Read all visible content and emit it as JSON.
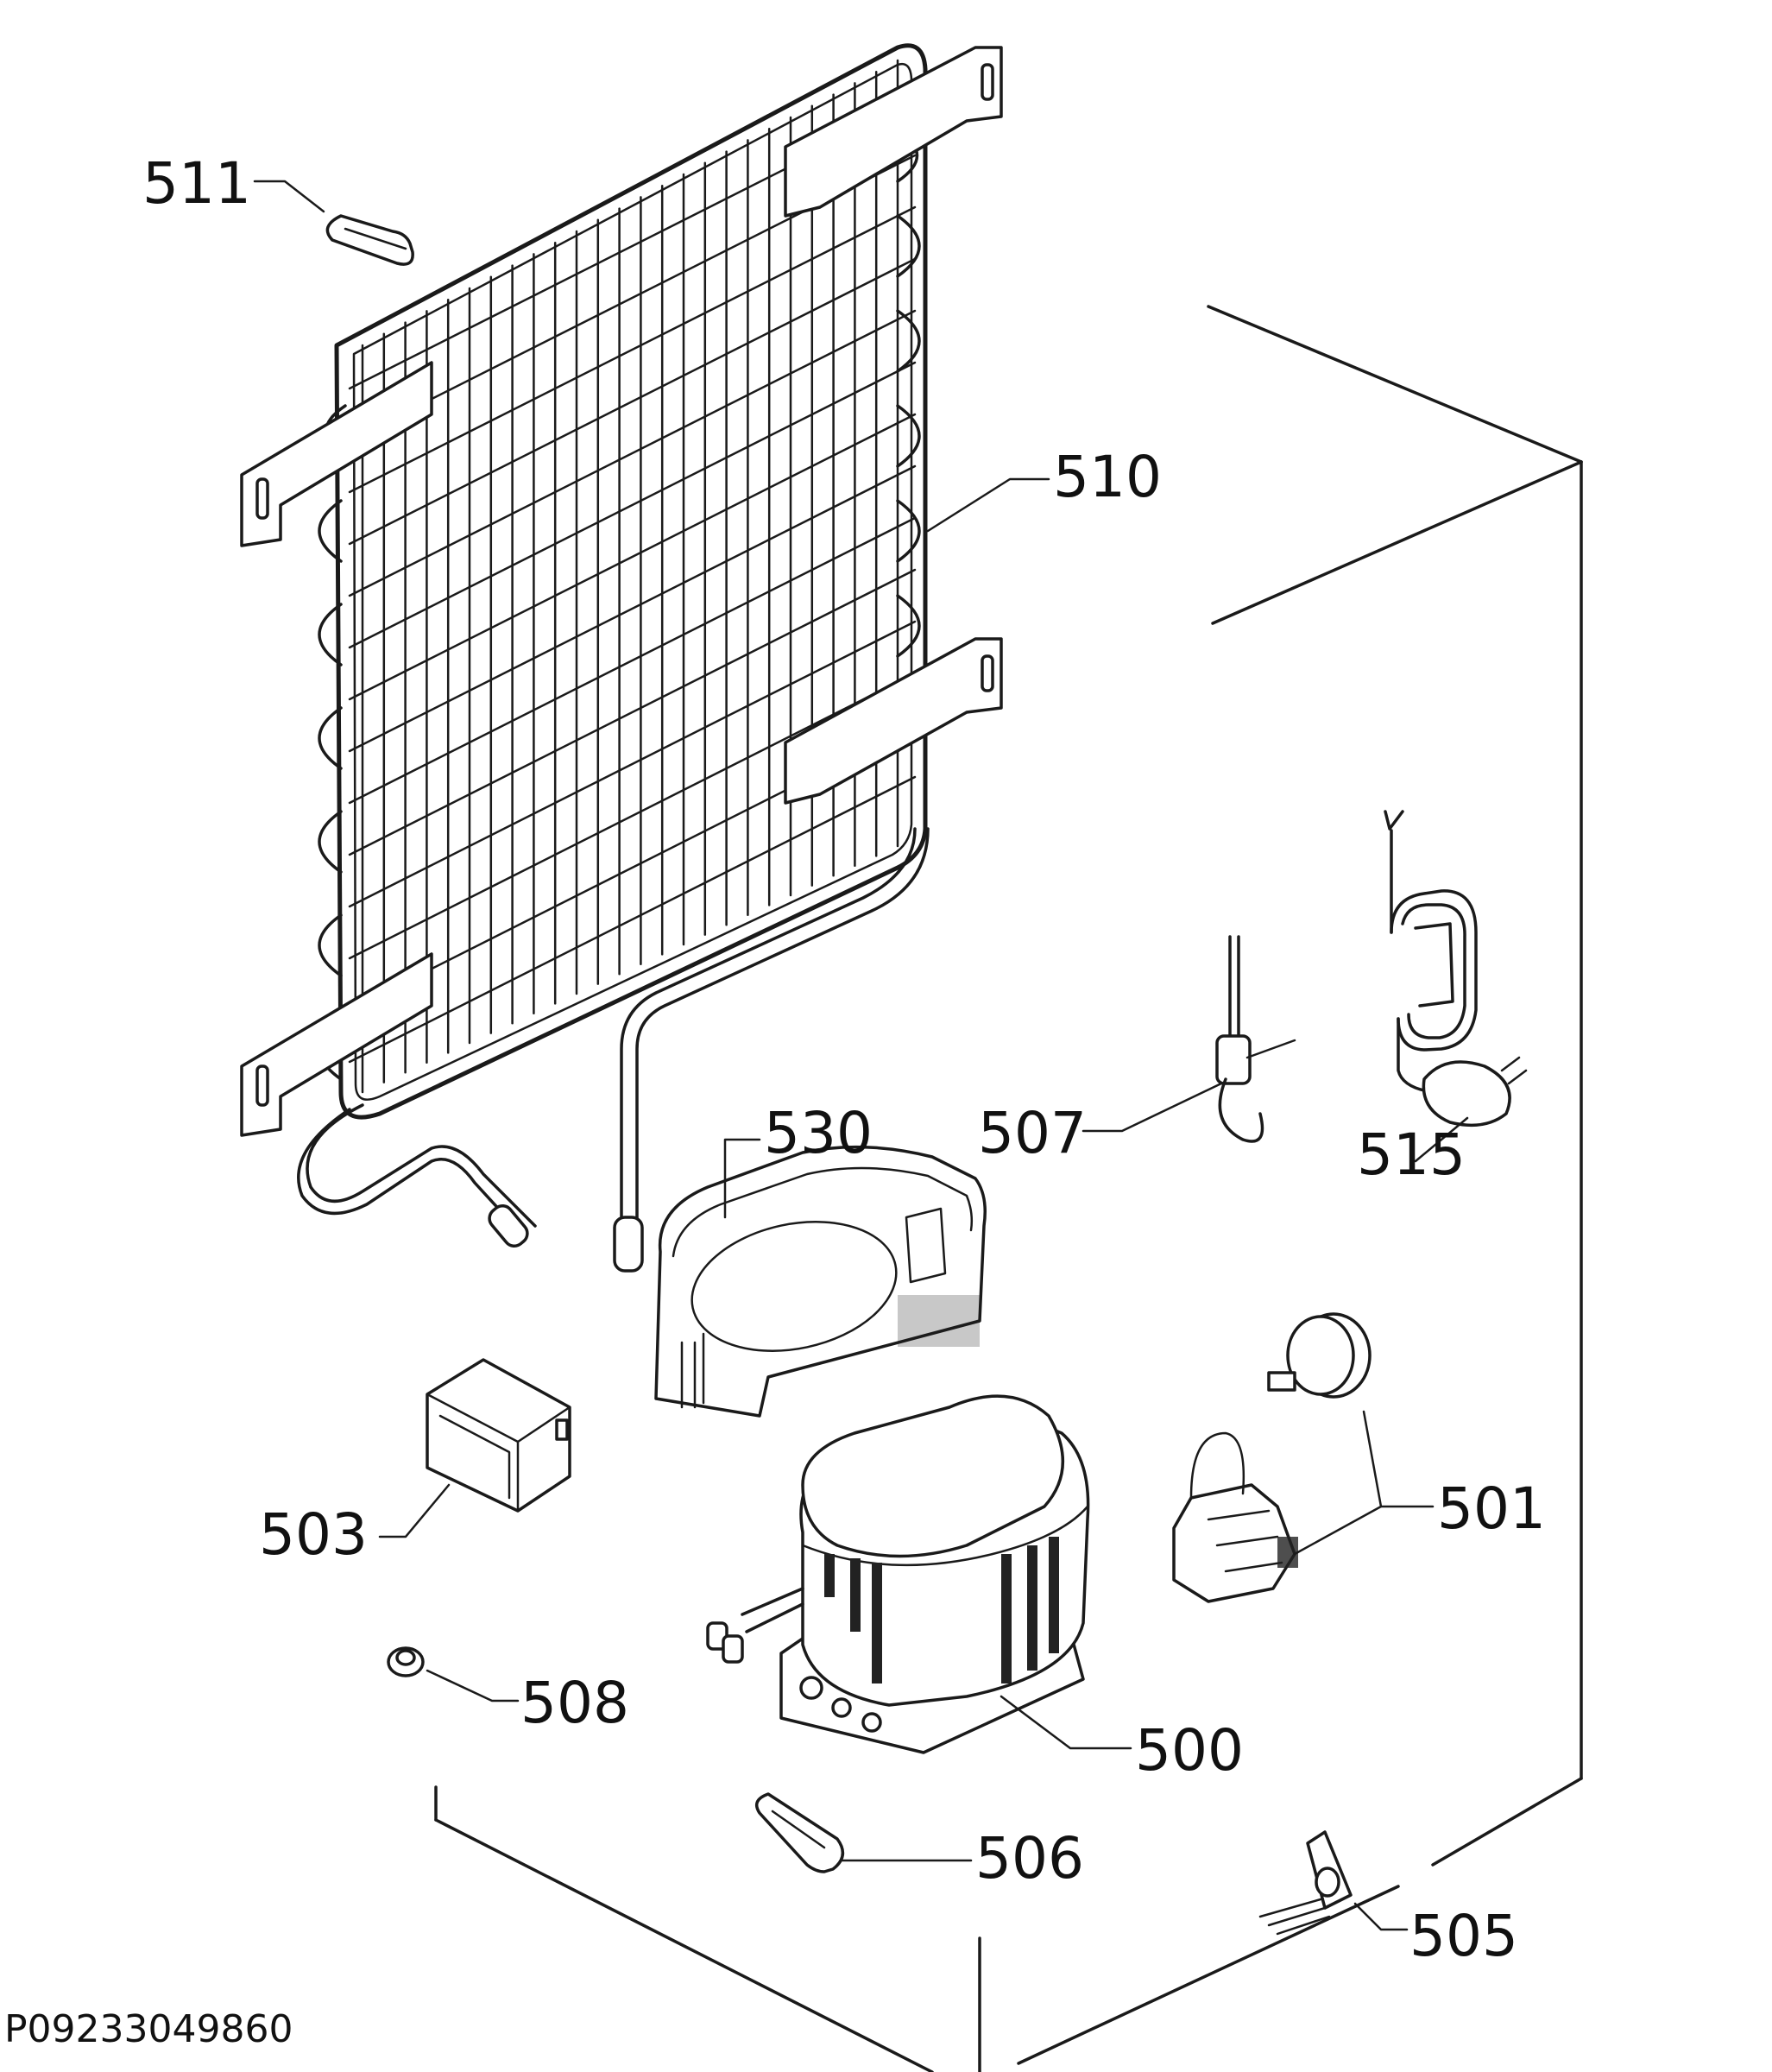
{
  "diagram_code": "P09233049860",
  "callouts": {
    "c500": "500",
    "c501": "501",
    "c503": "503",
    "c505": "505",
    "c506": "506",
    "c507": "507",
    "c508": "508",
    "c510": "510",
    "c511": "511",
    "c515": "515",
    "c530": "530"
  }
}
